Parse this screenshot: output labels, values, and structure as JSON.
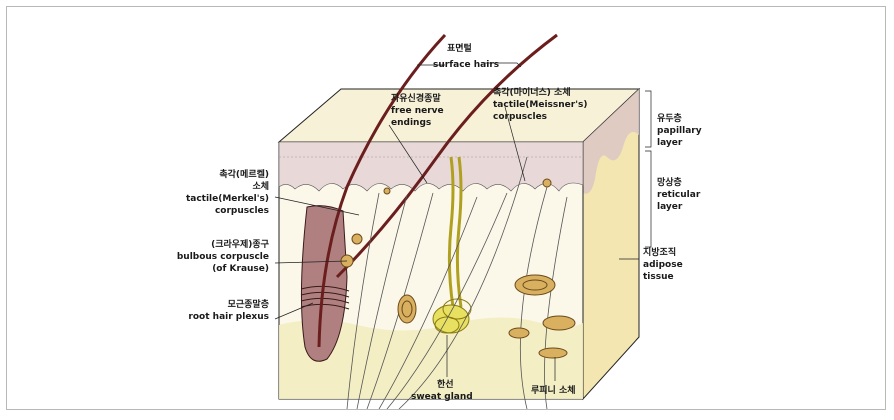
{
  "labels": {
    "surface_hairs": {
      "ko": "표면털",
      "en": "surface hairs"
    },
    "free_nerve": {
      "ko": "자유신경종말",
      "en1": "free nerve",
      "en2": "endings"
    },
    "meissner": {
      "ko": "촉각(마이너스) 소체",
      "en1": "tactile(Meissner's)",
      "en2": "corpuscles"
    },
    "papillary": {
      "ko": "유두층",
      "en1": "papillary",
      "en2": "layer"
    },
    "reticular": {
      "ko": "망상층",
      "en1": "reticular",
      "en2": "layer"
    },
    "adipose": {
      "ko": "지방조직",
      "en1": "adipose",
      "en2": "tissue"
    },
    "merkel": {
      "ko1": "촉각(메르켈)",
      "ko2": "소체",
      "en1": "tactile(Merkel's)",
      "en2": "corpuscles"
    },
    "krause": {
      "ko": "(크라우제)종구",
      "en1": "bulbous corpuscle",
      "en2": "(of Krause)"
    },
    "root_hair": {
      "ko": "모근종말층",
      "en": "root hair plexus"
    },
    "sweat": {
      "ko": "한선",
      "en": "sweat gland"
    },
    "pacini": {
      "ko": "루피니 소체"
    }
  },
  "colors": {
    "epidermis_top": "#f7f1d8",
    "dermis_papillary": "#e8d8d8",
    "reticular": "#fbf8ea",
    "right_face": "#f3e6b0",
    "adipose": "#f2ecc0",
    "hair": "#6b1e1e",
    "follicle": "#b08080",
    "sweat_gland": "#e8e060",
    "nerve": "#555555"
  }
}
